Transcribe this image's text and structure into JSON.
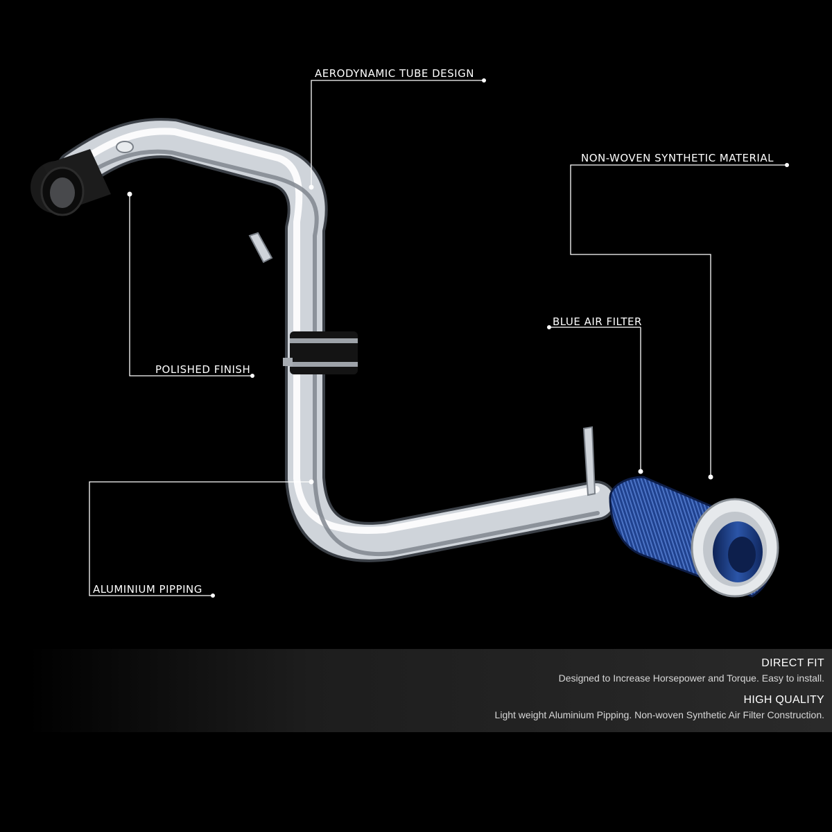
{
  "callouts": {
    "aerodynamic": "AERODYNAMIC TUBE DESIGN",
    "non_woven": "NON-WOVEN SYNTHETIC MATERIAL",
    "blue_filter": "BLUE AIR FILTER",
    "polished": "POLISHED FINISH",
    "aluminium": "ALUMINIUM PIPPING"
  },
  "features": [
    {
      "title": "DIRECT FIT",
      "desc": "Designed to Increase Horsepower and Torque. Easy to install."
    },
    {
      "title": "HIGH QUALITY",
      "desc": "Light weight Aluminium Pipping. Non-woven Synthetic Air Filter Construction."
    }
  ],
  "colors": {
    "background": "#000000",
    "filter_blue": "#1e3f8a",
    "chrome": "#d9dde2"
  }
}
